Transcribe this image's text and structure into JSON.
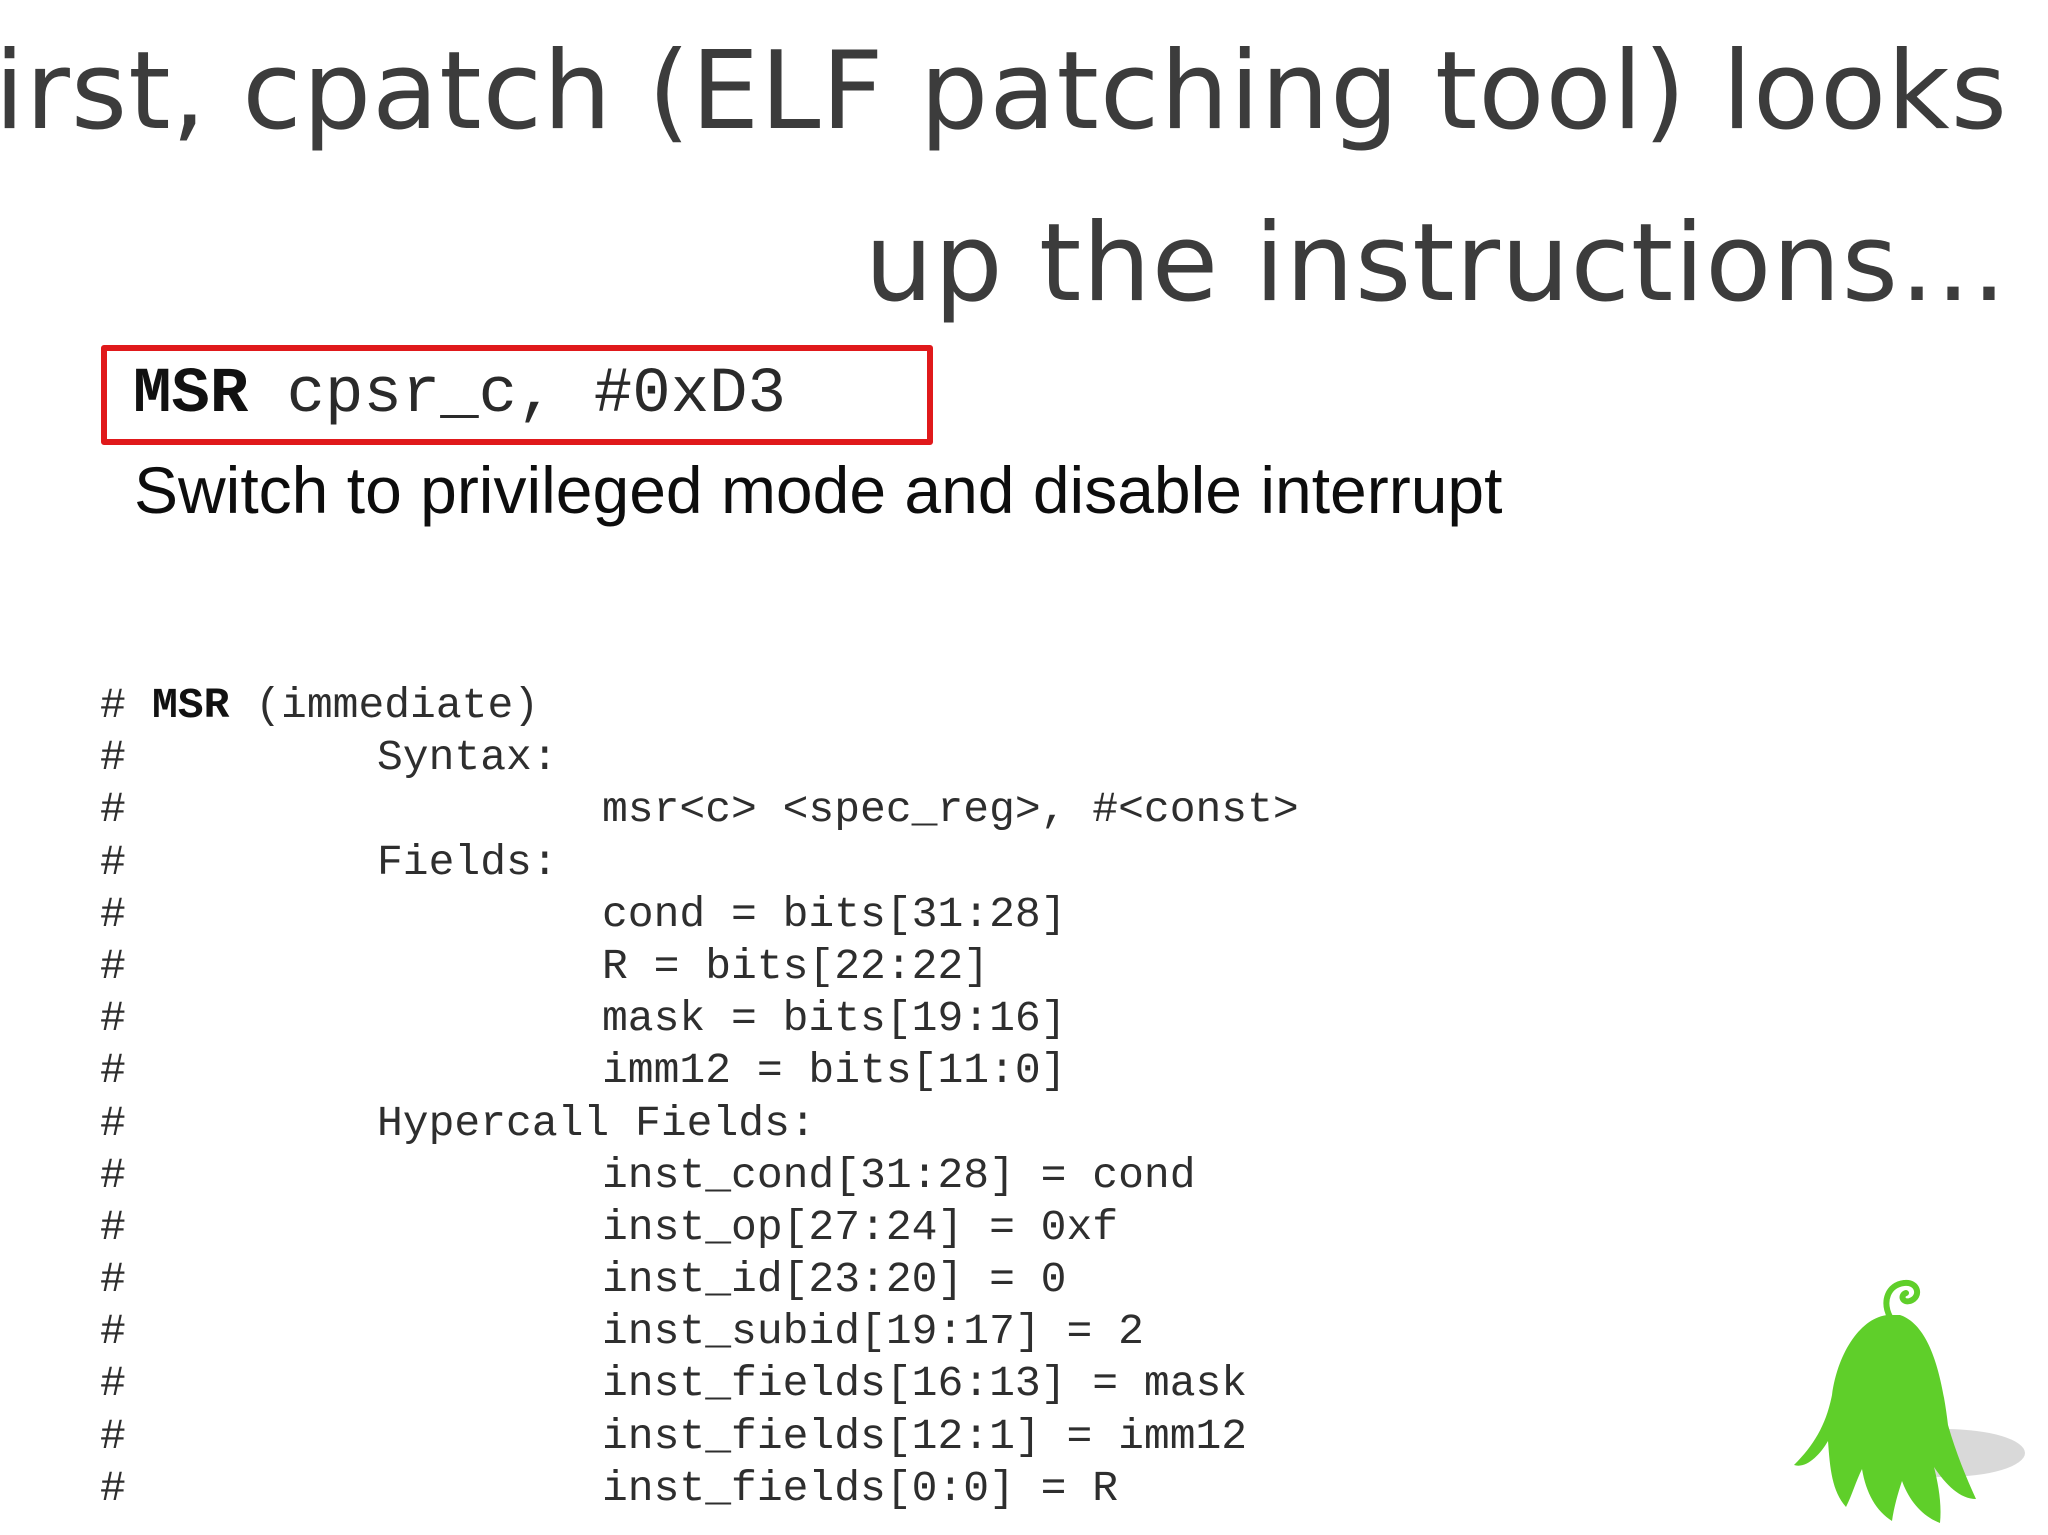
{
  "slide": {
    "title_line_1": "First, cpatch (ELF patching tool) looks",
    "title_line_2": "up the instructions…",
    "instruction": {
      "mnemonic": "MSR",
      "operands": " cpsr_c, #0xD3"
    },
    "description": "Switch to privileged mode and disable interrupt",
    "code": {
      "header": {
        "hash": "#",
        "bold": "MSR",
        "text": " (immediate)"
      },
      "lines": [
        {
          "hash": "#",
          "level": 1,
          "text": "Syntax:"
        },
        {
          "hash": "#",
          "level": 2,
          "text": "msr<c> <spec_reg>, #<const>"
        },
        {
          "hash": "#",
          "level": 1,
          "text": "Fields:"
        },
        {
          "hash": "#",
          "level": 2,
          "text": "cond = bits[31:28]"
        },
        {
          "hash": "#",
          "level": 2,
          "text": "R = bits[22:22]"
        },
        {
          "hash": "#",
          "level": 2,
          "text": "mask = bits[19:16]"
        },
        {
          "hash": "#",
          "level": 2,
          "text": "imm12 = bits[11:0]"
        },
        {
          "hash": "#",
          "level": 1,
          "text": "Hypercall Fields:"
        },
        {
          "hash": "#",
          "level": 2,
          "text": "inst_cond[31:28] = cond"
        },
        {
          "hash": "#",
          "level": 2,
          "text": "inst_op[27:24] = 0xf"
        },
        {
          "hash": "#",
          "level": 2,
          "text": "inst_id[23:20] = 0"
        },
        {
          "hash": "#",
          "level": 2,
          "text": "inst_subid[19:17] = 2"
        },
        {
          "hash": "#",
          "level": 2,
          "text": "inst_fields[16:13] = mask"
        },
        {
          "hash": "#",
          "level": 2,
          "text": "inst_fields[12:1] = imm12"
        },
        {
          "hash": "#",
          "level": 2,
          "text": "inst_fields[0:0] = R"
        }
      ]
    },
    "colors": {
      "highlight_border": "#e0191b",
      "mascot_green": "#5fcf2a"
    },
    "mascot_icon": "green-ghost-mascot-icon"
  }
}
